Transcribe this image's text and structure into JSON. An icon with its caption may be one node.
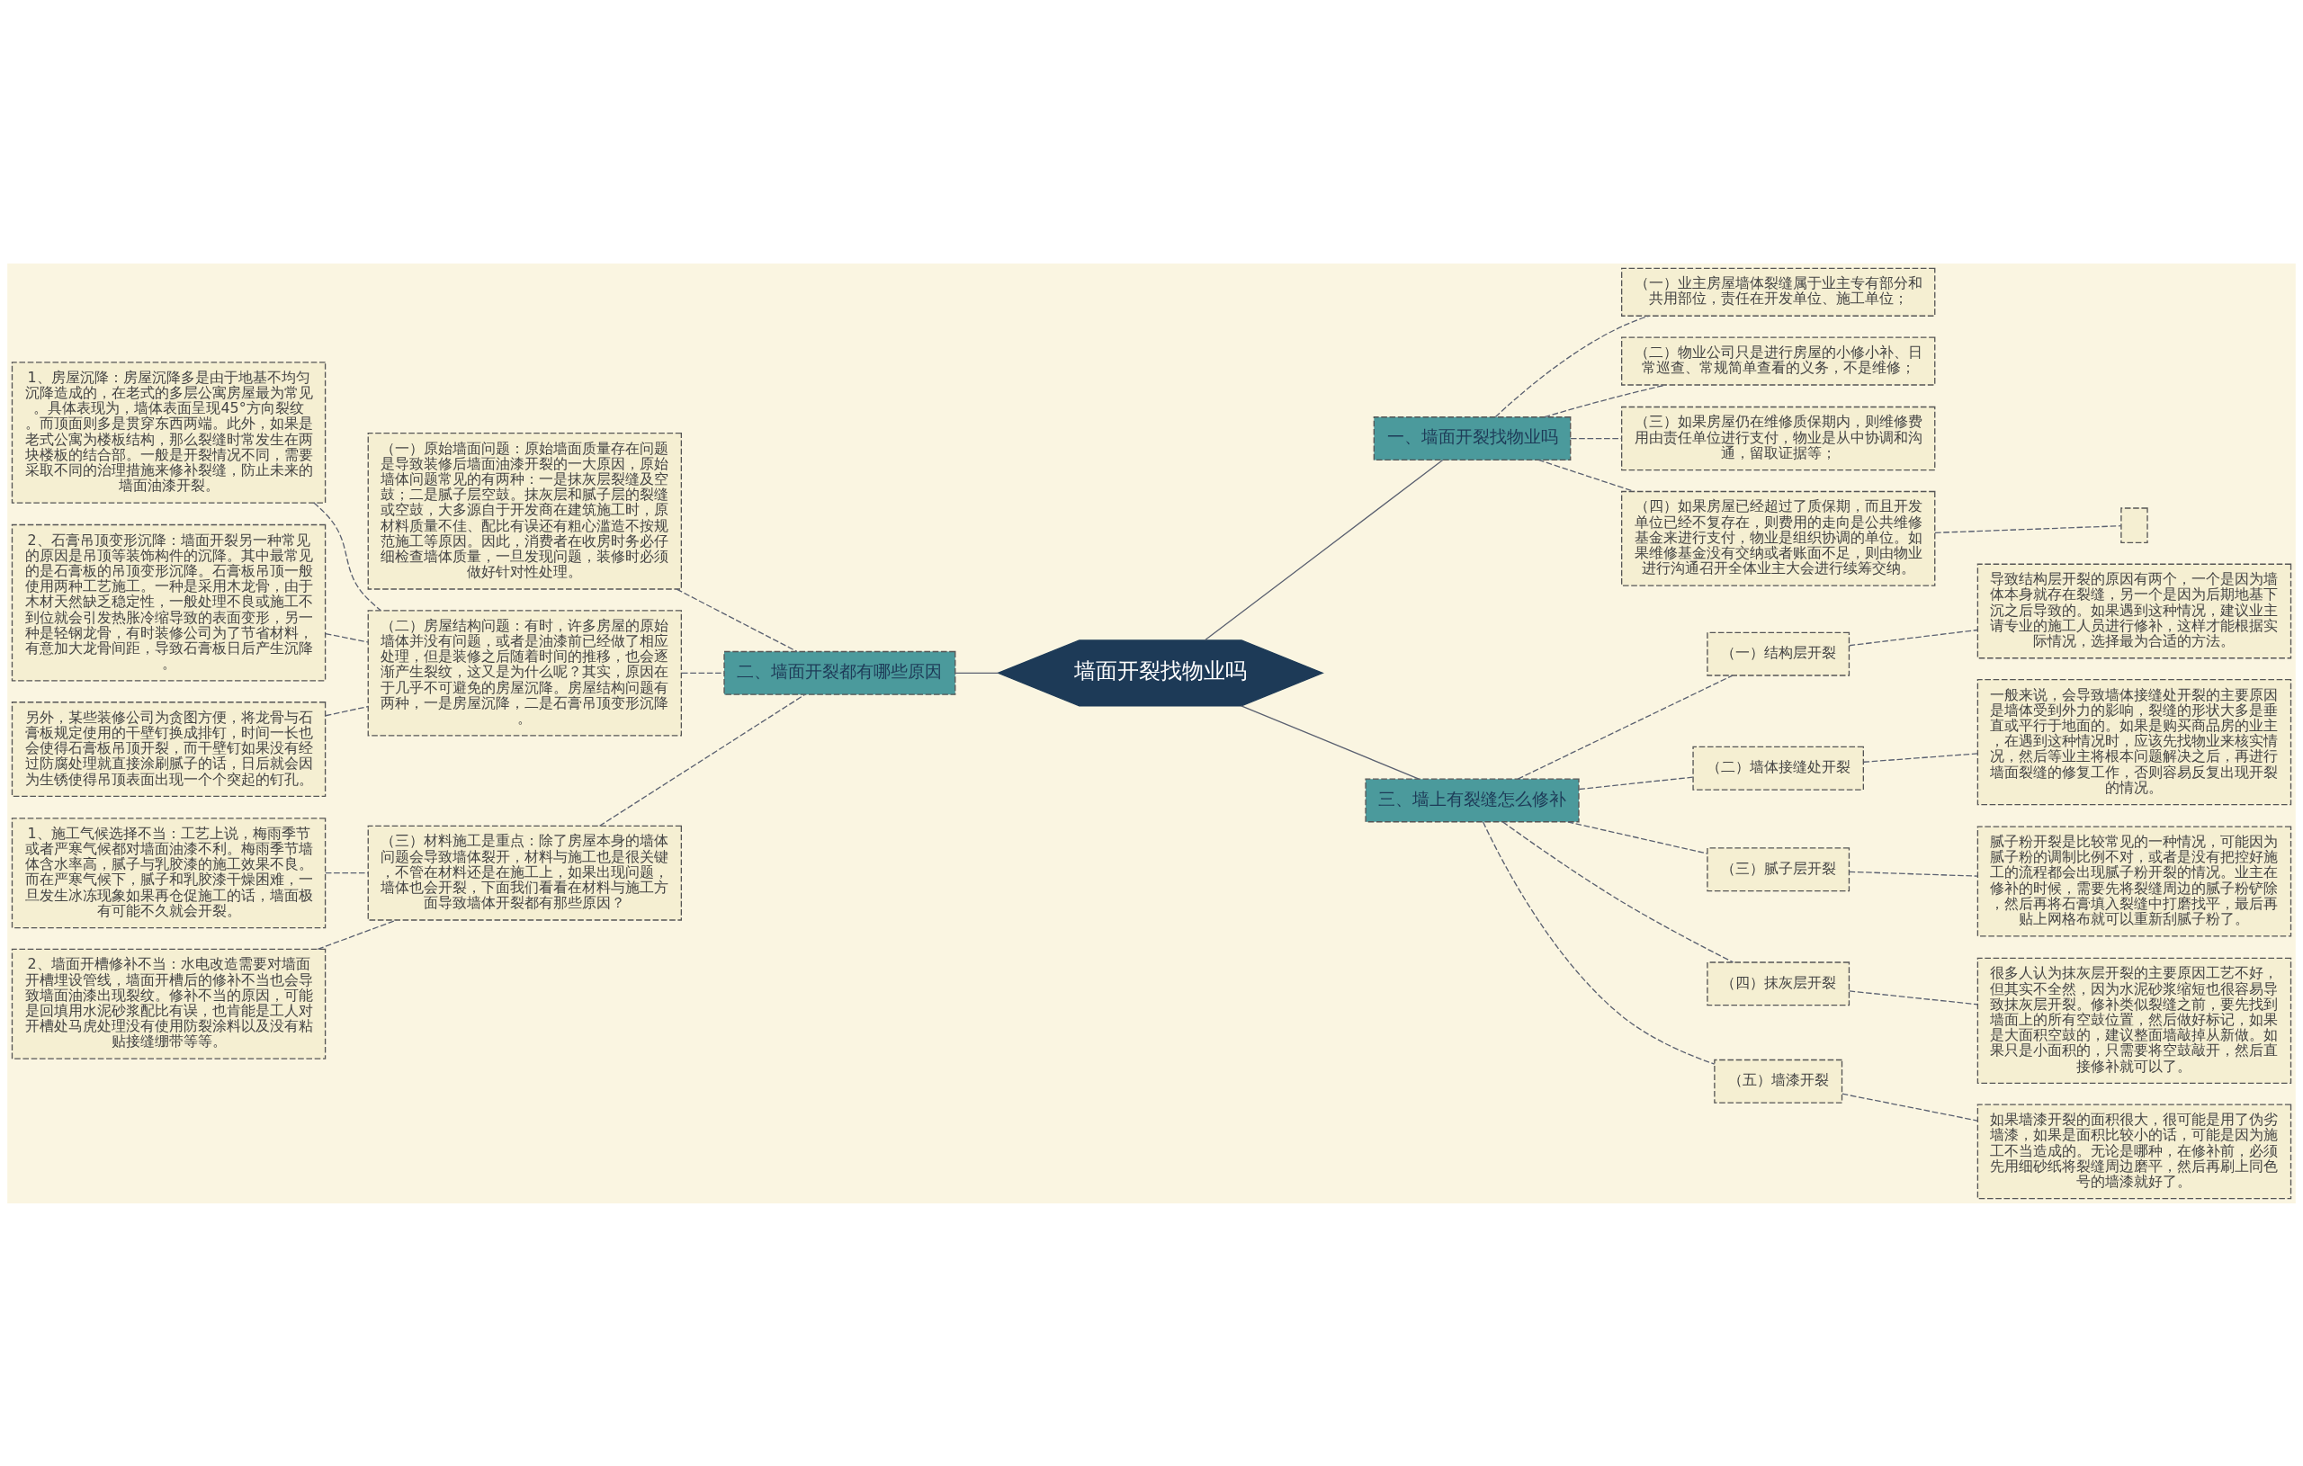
{
  "diagram": {
    "nodes": [
      {
        "text": [
          "墙面开裂找物业吗"
        ]
      },
      {
        "text": [
          "一、墙面开裂找物业吗"
        ]
      },
      {
        "text": [
          "（一）业主房屋墙体裂缝属于业主专有部分和共用部位，责任在开发单位、施工单位；"
        ]
      },
      {
        "text": [
          "（二）物业公司只是进行房屋的小修小补、日常巡查、常规简单查看的义务，不是维修；"
        ]
      },
      {
        "text": [
          "（三）如果房屋仍在维修质保期内，则维修费用由责任单位进行支付，物业是从中协调和沟通，留取证据等；"
        ]
      },
      {
        "text": [
          "（四）如果房屋已经超过了质保期，而且开发单位已经不复存在，则费用的走向是公共维修基金来进行支付，物业是组织协调的单位。如果维修基金没有交纳或者账面不足，则由物业进行沟通召开全体业主大会进行续筹交纳。"
        ]
      },
      {
        "text": [],
        "shape": "box"
      },
      {
        "text": [
          "二、墙面开裂都有哪些原因"
        ]
      },
      {
        "text": [
          "（一）原始墙面问题：原始墙面质量存在问题是导致装修后墙面油漆开裂的一大原因，原始墙体问题常见的有两种：一是抹灰层裂缝及空鼓；二是腻子层空鼓。抹灰层和腻子层的裂缝或空鼓，大多源自于开发商在建筑施工时，原材料质量不佳、配比有误还有粗心滥造不按规范施工等原因。因此，消费者在收房时务必仔细检查墙体质量，一旦发现问题，装修时必须做好针对性处理。"
        ]
      },
      {
        "text": [
          "（二）房屋结构问题：有时，许多房屋的原始墙体并没有问题，或者是油漆前已经做了相应处理，但是装修之后随着时间的推移，也会逐渐产生裂纹，这又是为什么呢？其实，原因在于几乎不可避免的房屋沉降。房屋结构问题有两种，一是房屋沉降，二是石膏吊顶变形沉降。"
        ]
      },
      {
        "text": [
          "1、房屋沉降：房屋沉降多是由于地基不均匀沉降造成的，在老式的多层公寓房屋最为常见。具体表现为，墙体表面呈现45°方向裂纹。而顶面则多是贯穿东西两端。此外，如果是老式公寓为楼板结构，那么裂缝时常发生在两块楼板的结合部。一般是开裂情况不同，需要采取不同的治理措施来修补裂缝，防止未来的墙面油漆开裂。"
        ]
      },
      {
        "text": [
          "2、石膏吊顶变形沉降：墙面开裂另一种常见的原因是吊顶等装饰构件的沉降。其中最常见的是石膏板的吊顶变形沉降。石膏板吊顶一般使用两种工艺施工。一种是采用木龙骨，由于木材天然缺乏稳定性，一般处理不良或施工不到位就会引发热胀冷缩导致的表面变形，另一种是轻钢龙骨，有时装修公司为了节省材料，有意加大龙骨间距，导致石膏板日后产生沉降。"
        ]
      },
      {
        "text": [
          "另外，某些装修公司为贪图方便，将龙骨与石膏板规定使用的干壁钉换成排钉，时间一长也会使得石膏板吊顶开裂，而干壁钉如果没有经过防腐处理就直接涂刷腻子的话，日后就会因为生锈使得吊顶表面出现一个个突起的钉孔。"
        ]
      },
      {
        "text": [
          "（三）材料施工是重点：除了房屋本身的墙体问题会导致墙体裂开，材料与施工也是很关键，不管在材料还是在施工上，如果出现问题，墙体也会开裂，下面我们看看在材料与施工方面导致墙体开裂都有那些原因？"
        ]
      },
      {
        "text": [
          "1、施工气候选择不当：工艺上说，梅雨季节或者严寒气候都对墙面油漆不利。梅雨季节墙体含水率高，腻子与乳胶漆的施工效果不良。而在严寒气候下，腻子和乳胶漆干燥困难，一旦发生冰冻现象如果再仓促施工的话，墙面极有可能不久就会开裂。"
        ]
      },
      {
        "text": [
          "2、墙面开槽修补不当：水电改造需要对墙面开槽埋设管线，墙面开槽后的修补不当也会导致墙面油漆出现裂纹。修补不当的原因，可能是回填用水泥砂浆配比有误，也肯能是工人对开槽处马虎处理没有使用防裂涂料以及没有粘贴接缝绷带等等。"
        ]
      },
      {
        "text": [
          "三、墙上有裂缝怎么修补"
        ]
      },
      {
        "text": [
          "（一）结构层开裂"
        ]
      },
      {
        "text": [
          "导致结构层开裂的原因有两个，一个是因为墙体本身就存在裂缝，另一个是因为后期地基下沉之后导致的。如果遇到这种情况，建议业主请专业的施工人员进行修补，这样才能根据实际情况，选择最为合适的方法。"
        ]
      },
      {
        "text": [
          "（二）墙体接缝处开裂"
        ]
      },
      {
        "text": [
          "一般来说，会导致墙体接缝处开裂的主要原因是墙体受到外力的影响，裂缝的形状大多是垂直或平行于地面的。如果是购买商品房的业主，在遇到这种情况时，应该先找物业来核实情况，然后等业主将根本问题解决之后，再进行墙面裂缝的修复工作，否则容易反复出现开裂的情况。"
        ]
      },
      {
        "text": [
          "（三）腻子层开裂"
        ]
      },
      {
        "text": [
          "腻子粉开裂是比较常见的一种情况，可能因为腻子粉的调制比例不对，或者是没有把控好施工的流程都会出现腻子粉开裂的情况。业主在修补的时候，需要先将裂缝周边的腻子粉铲除，然后再将石膏填入裂缝中打磨找平，最后再贴上网格布就可以重新刮腻子粉了。"
        ]
      },
      {
        "text": [
          "（四）抹灰层开裂"
        ]
      },
      {
        "text": [
          "很多人认为抹灰层开裂的主要原因工艺不好，但其实不全然，因为水泥砂浆缩短也很容易导致抹灰层开裂。修补类似裂缝之前，要先找到墙面上的所有空鼓位置，然后做好标记，如果是大面积空鼓的，建议整面墙敲掉从新做。如果只是小面积的，只需要将空鼓敲开，然后直接修补就可以了。"
        ]
      },
      {
        "text": [
          "（五）墙漆开裂"
        ]
      },
      {
        "text": [
          "如果墙漆开裂的面积很大，很可能是用了伪劣墙漆，如果是面积比较小的话，可能是因为施工不当造成的。无论是哪种，在修补前，必须先用细砂纸将裂缝周边磨平，然后再刷上同色号的墙漆就好了。"
        ]
      }
    ],
    "edges": [
      {
        "from": 0,
        "to": 1,
        "arrow": "none"
      },
      {
        "from": 1,
        "to": 2,
        "arrow": "none",
        "style": "dashed"
      },
      {
        "from": 1,
        "to": 3,
        "arrow": "none",
        "style": "dashed"
      },
      {
        "from": 1,
        "to": 4,
        "arrow": "none",
        "style": "dashed"
      },
      {
        "from": 1,
        "to": 5,
        "arrow": "none",
        "style": "dashed"
      },
      {
        "from": 5,
        "to": 6,
        "arrow": "none",
        "style": "dashed"
      },
      {
        "from": 0,
        "to": 7,
        "arrow": "none"
      },
      {
        "from": 7,
        "to": 8,
        "arrow": "none",
        "style": "dashed"
      },
      {
        "from": 7,
        "to": 9,
        "arrow": "none",
        "style": "dashed"
      },
      {
        "from": 9,
        "to": 10,
        "arrow": "none",
        "style": "dashed"
      },
      {
        "from": 9,
        "to": 11,
        "arrow": "none",
        "style": "dashed"
      },
      {
        "from": 9,
        "to": 12,
        "arrow": "none",
        "style": "dashed"
      },
      {
        "from": 7,
        "to": 13,
        "arrow": "none",
        "style": "dashed"
      },
      {
        "from": 13,
        "to": 14,
        "arrow": "none",
        "style": "dashed"
      },
      {
        "from": 13,
        "to": 15,
        "arrow": "none",
        "style": "dashed"
      },
      {
        "from": 0,
        "to": 16,
        "arrow": "none"
      },
      {
        "from": 16,
        "to": 17,
        "arrow": "none",
        "style": "dashed"
      },
      {
        "from": 17,
        "to": 18,
        "arrow": "none",
        "style": "dashed"
      },
      {
        "from": 16,
        "to": 19,
        "arrow": "none",
        "style": "dashed"
      },
      {
        "from": 19,
        "to": 20,
        "arrow": "none",
        "style": "dashed"
      },
      {
        "from": 16,
        "to": 21,
        "arrow": "none",
        "style": "dashed"
      },
      {
        "from": 21,
        "to": 22,
        "arrow": "none",
        "style": "dashed"
      },
      {
        "from": 16,
        "to": 23,
        "arrow": "none",
        "style": "dashed"
      },
      {
        "from": 23,
        "to": 24,
        "arrow": "none",
        "style": "dashed"
      },
      {
        "from": 16,
        "to": 25,
        "arrow": "none",
        "style": "dashed"
      },
      {
        "from": 25,
        "to": 26,
        "arrow": "none",
        "style": "dashed"
      }
    ]
  }
}
